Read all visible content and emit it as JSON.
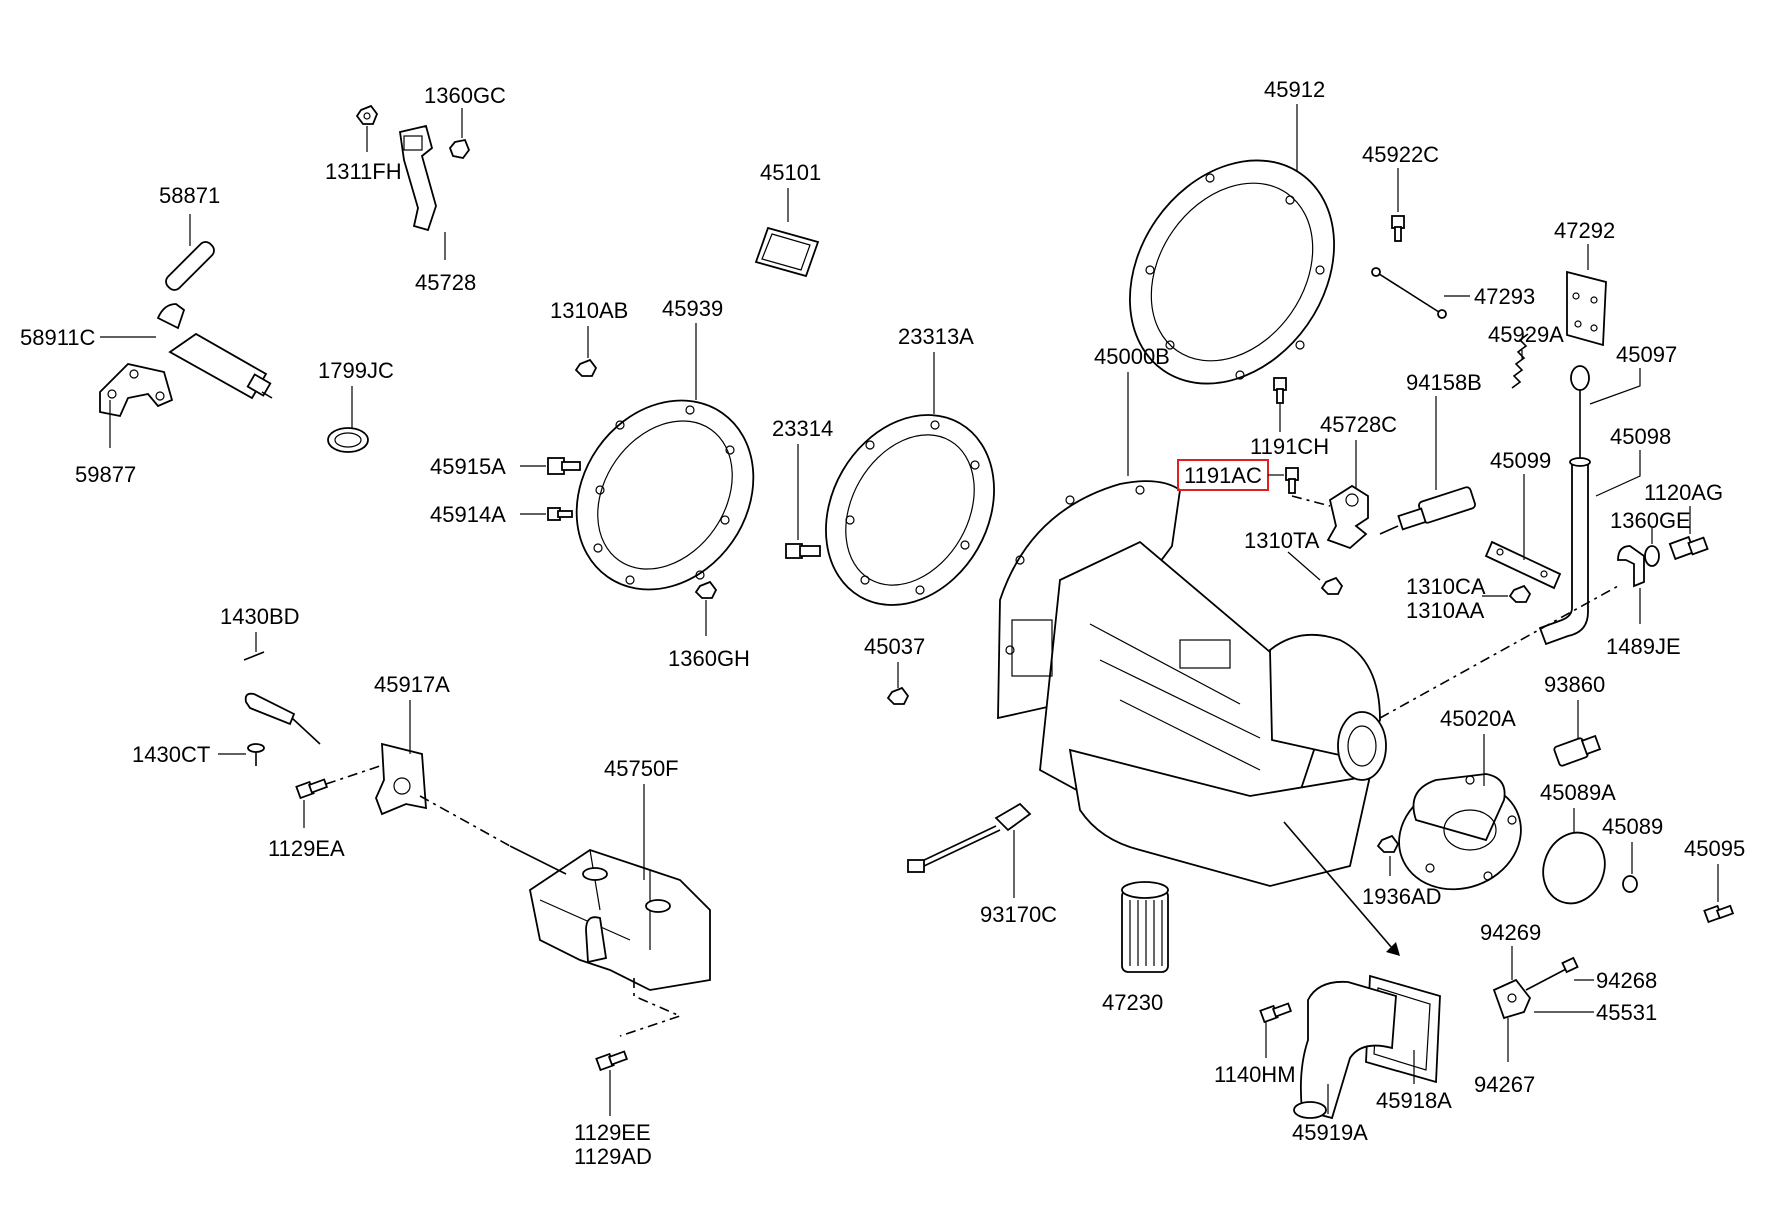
{
  "colors": {
    "line": "#000000",
    "background": "#ffffff",
    "highlight": "#e02020"
  },
  "highlighted_part": "1191AC",
  "labels": {
    "p58871": "58871",
    "p58911c": "58911C",
    "p59877": "59877",
    "p1311fh": "1311FH",
    "p1360gc": "1360GC",
    "p45728": "45728",
    "p45101": "45101",
    "p1310ab": "1310AB",
    "p45939": "45939",
    "p1799jc": "1799JC",
    "p45915a": "45915A",
    "p45914a": "45914A",
    "p1360gh": "1360GH",
    "p23314": "23314",
    "p23313a": "23313A",
    "p45037": "45037",
    "p45912": "45912",
    "p45922c": "45922C",
    "p47293": "47293",
    "p47292": "47292",
    "p45929a": "45929A",
    "p45097": "45097",
    "p45098": "45098",
    "p45000b": "45000B",
    "p1191ch": "1191CH",
    "p1191ac": "1191AC",
    "p45728c": "45728C",
    "p94158b": "94158B",
    "p45099": "45099",
    "p1310ta": "1310TA",
    "p1120ag": "1120AG",
    "p1360ge": "1360GE",
    "p1310ca": "1310CA",
    "p1310aa": "1310AA",
    "p1489je": "1489JE",
    "p93860": "93860",
    "p45020a": "45020A",
    "p45089a": "45089A",
    "p45089": "45089",
    "p45095": "45095",
    "p1936ad": "1936AD",
    "p93170c": "93170C",
    "p47230": "47230",
    "p94269": "94269",
    "p94268": "94268",
    "p45531": "45531",
    "p94267": "94267",
    "p1140hm": "1140HM",
    "p45918a": "45918A",
    "p45919a": "45919A",
    "p1430bd": "1430BD",
    "p45917a": "45917A",
    "p1430ct": "1430CT",
    "p1129ea": "1129EA",
    "p45750f": "45750F",
    "p1129ee": "1129EE",
    "p1129ad": "1129AD"
  }
}
